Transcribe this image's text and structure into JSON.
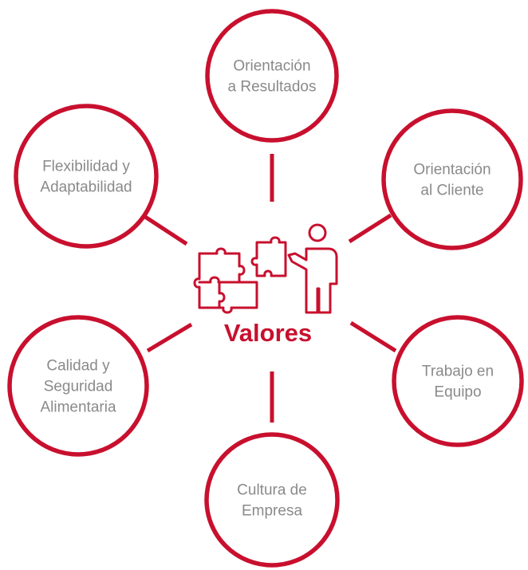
{
  "colors": {
    "accent": "#c8102e",
    "text": "#8a8a8a",
    "background": "#ffffff"
  },
  "center": {
    "label": "Valores",
    "icon": "puzzle-person-icon"
  },
  "values": [
    {
      "id": "orientacion-resultados",
      "lines": [
        "Orientación",
        "a Resultados"
      ]
    },
    {
      "id": "orientacion-cliente",
      "lines": [
        "Orientación",
        "al Cliente"
      ]
    },
    {
      "id": "trabajo-equipo",
      "lines": [
        "Trabajo en",
        "Equipo"
      ]
    },
    {
      "id": "cultura-empresa",
      "lines": [
        "Cultura de",
        "Empresa"
      ]
    },
    {
      "id": "calidad-seguridad",
      "lines": [
        "Calidad y",
        "Seguridad",
        "Alimentaria"
      ]
    },
    {
      "id": "flexibilidad-adaptabilidad",
      "lines": [
        "Flexibilidad y",
        "Adaptabilidad"
      ]
    }
  ]
}
